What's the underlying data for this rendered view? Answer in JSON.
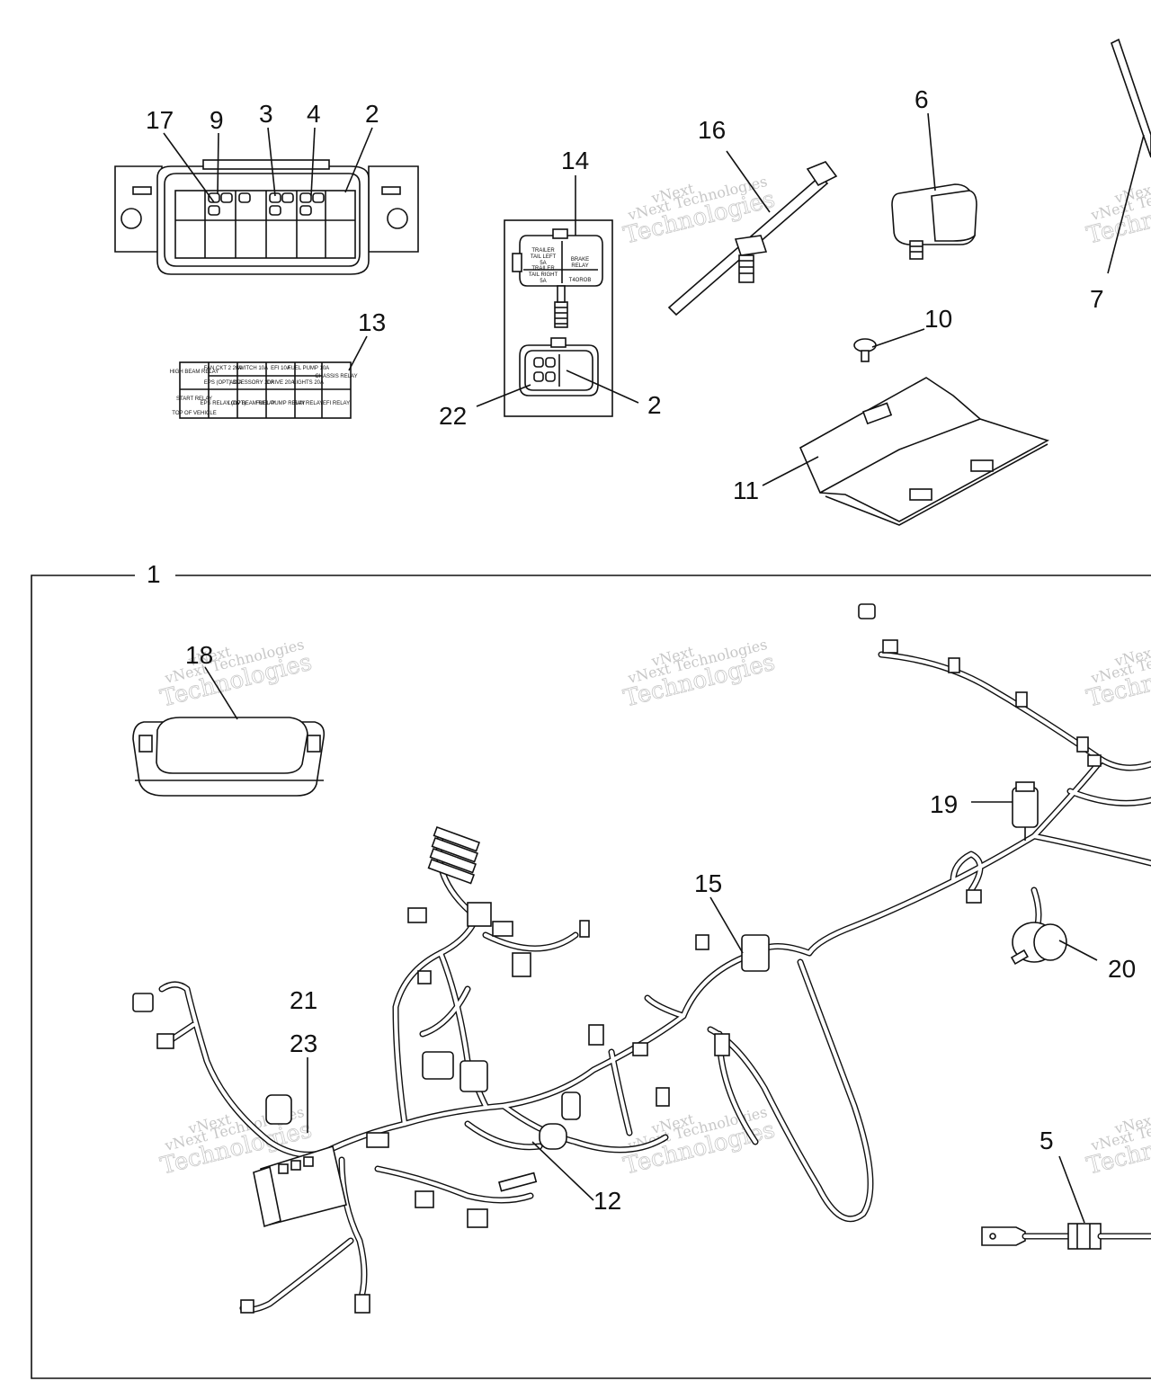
{
  "callouts": {
    "c17": "17",
    "c9": "9",
    "c3": "3",
    "c4": "4",
    "c2a": "2",
    "c14": "14",
    "c16": "16",
    "c6": "6",
    "c7": "7",
    "c13": "13",
    "c10": "10",
    "c22": "22",
    "c2b": "2",
    "c11": "11",
    "c1": "1",
    "c18": "18",
    "c19": "19",
    "c15": "15",
    "c20": "20",
    "c21": "21",
    "c23": "23",
    "c12": "12",
    "c5": "5"
  },
  "fuse_label": {
    "r1": [
      "HIGH BEAM RELAY",
      "FAN CKT 2 20A",
      "SWITCH 10A",
      "EFI 10A",
      "FUEL PUMP 10A",
      "CHASSIS RELAY"
    ],
    "r2": [
      "",
      "EPS (OPT) 30A",
      "ACCESSORY 20A",
      "DRIVE 20A",
      "LIGHTS 20A",
      ""
    ],
    "r3": [
      "START RELAY",
      "EPS RELAY (OPT)",
      "LOW BEAM RELAY",
      "FUEL PUMP RELAY",
      "FAN RELAY",
      "EFI RELAY"
    ],
    "front": "TOP OF VEHICLE"
  },
  "relay_box_label": {
    "left": [
      "TRAILER",
      "TAIL LEFT",
      "5A",
      "TRAILER",
      "TAIL RIGHT",
      "5A"
    ],
    "right": [
      "BRAKE",
      "RELAY"
    ],
    "code": "T4OROB"
  },
  "watermark": {
    "line1": "vNext Technologies",
    "line2": "Technologies",
    "brand": "vNext"
  }
}
